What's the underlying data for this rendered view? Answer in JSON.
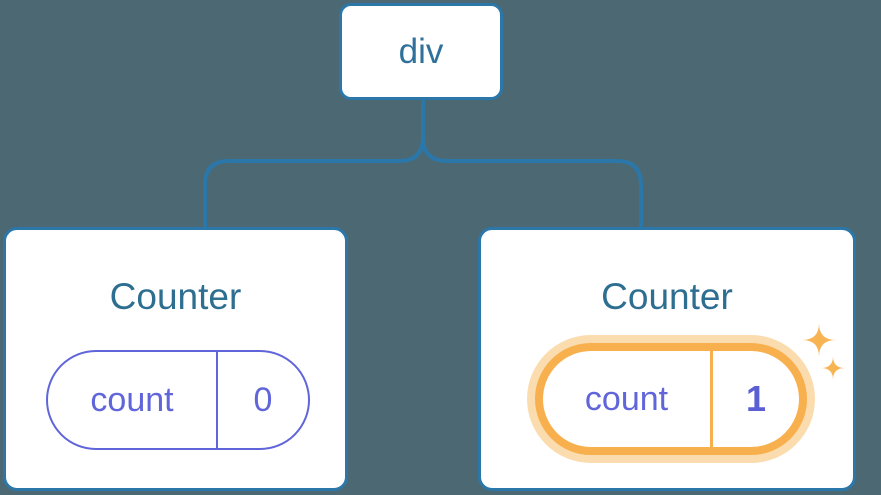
{
  "canvas": {
    "background": "#4c6973"
  },
  "colors": {
    "node_border": "#2b77a9",
    "connector_line": "#2b77a9",
    "root_label_text": "#2f719b",
    "component_title_text": "#2d6e91",
    "state_accent_purple": "#6065da",
    "highlight_orange": "#f8b04e",
    "highlight_glow": "#fbdcae",
    "updated_value_purple": "#5a5fd3",
    "sparkle_orange": "#f8b453",
    "card_background": "#ffffff"
  },
  "tree": {
    "root": {
      "label": "div"
    },
    "children": [
      {
        "title": "Counter",
        "state": {
          "name": "count",
          "value": "0"
        },
        "highlighted": false
      },
      {
        "title": "Counter",
        "state": {
          "name": "count",
          "value": "1"
        },
        "highlighted": true
      }
    ]
  },
  "icons": {
    "sparkles": "four-point-stars"
  }
}
